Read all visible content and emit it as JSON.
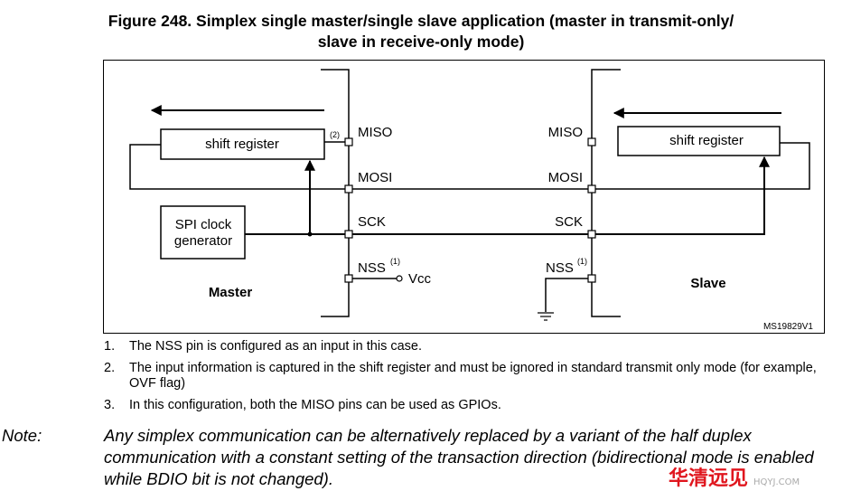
{
  "figure": {
    "title_line1": "Figure 248. Simplex single master/single slave application (master in transmit-only/",
    "title_line2": "slave in receive-only mode)"
  },
  "diagram": {
    "master": {
      "label": "Master",
      "shift_register": "shift register",
      "clock_gen_line1": "SPI clock",
      "clock_gen_line2": "generator",
      "pins": {
        "miso": "MISO",
        "mosi": "MOSI",
        "sck": "SCK",
        "nss": "NSS"
      },
      "miso_note": "(2)",
      "nss_note": "(1)",
      "vcc": "Vcc"
    },
    "slave": {
      "label": "Slave",
      "shift_register": "shift register",
      "pins": {
        "miso": "MISO",
        "mosi": "MOSI",
        "sck": "SCK",
        "nss": "NSS"
      },
      "nss_note": "(1)"
    },
    "ref_code": "MS19829V1"
  },
  "footnotes": [
    {
      "num": "1.",
      "text": "The NSS pin is configured as an input in this case."
    },
    {
      "num": "2.",
      "text": "The input information is captured in the shift register and must be ignored in standard transmit only mode (for example, OVF flag)"
    },
    {
      "num": "3.",
      "text": "In this configuration, both the MISO pins can be used as GPIOs."
    }
  ],
  "note": {
    "label": "Note:",
    "text": "Any simplex communication can be alternatively replaced by a variant of the half duplex communication with a constant setting of the transaction direction (bidirectional mode is enabled while BDIO bit is not changed)."
  },
  "watermark": {
    "text": "华清远见",
    "sub": "HQYJ.COM",
    "color": "#e0161e"
  }
}
